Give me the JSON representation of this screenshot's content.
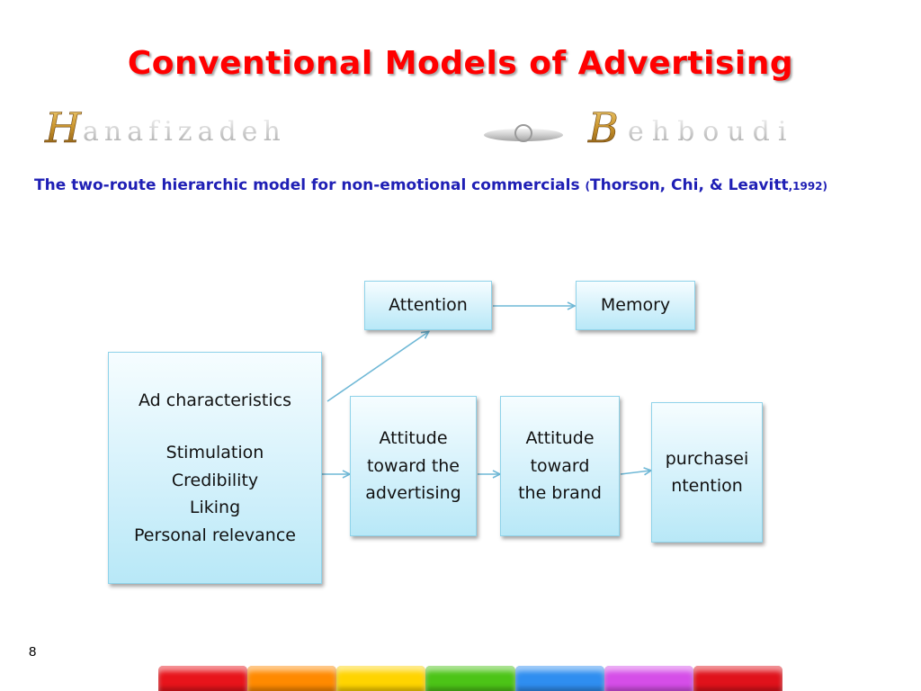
{
  "slide": {
    "title": "Conventional Models of Advertising",
    "author_logo_text": "Hanafizadeh & Behboudi",
    "subtitle_main": "The two-route hierarchic model for non-emotional commercials ",
    "subtitle_paren_open": "(",
    "subtitle_authors": "Thorson, Chi, & Leavitt",
    "subtitle_year": ",1992)",
    "page_number": "8"
  },
  "diagram": {
    "nodes": {
      "ad": {
        "heading": "Ad characteristics",
        "items": [
          "Stimulation",
          "Credibility",
          "Liking",
          "Personal relevance"
        ]
      },
      "attention": {
        "lines": [
          "Attention"
        ]
      },
      "memory": {
        "lines": [
          "Memory"
        ]
      },
      "att_ad": {
        "lines": [
          "Attitude",
          "toward the",
          "advertising"
        ]
      },
      "att_brand": {
        "lines": [
          "Attitude",
          "toward",
          "the brand"
        ]
      },
      "purchase": {
        "lines": [
          "purchasei",
          "ntention"
        ]
      }
    },
    "edges": [
      {
        "from": "ad",
        "to": "attention"
      },
      {
        "from": "attention",
        "to": "memory"
      },
      {
        "from": "ad",
        "to": "att_ad"
      },
      {
        "from": "att_ad",
        "to": "att_brand"
      },
      {
        "from": "att_brand",
        "to": "purchase"
      }
    ]
  },
  "colors": {
    "title": "#ff0000",
    "subtitle": "#1f1fb5",
    "box_fill": "#d4f1fb",
    "box_border": "#8fd3ea",
    "arrow": "#6fb8d6",
    "logo_gold": "#c8922a",
    "rainbow": [
      "#e8141b",
      "#ff8a00",
      "#ffd400",
      "#4cc417",
      "#2f8ef0",
      "#d54ee8",
      "#e0121b"
    ]
  }
}
